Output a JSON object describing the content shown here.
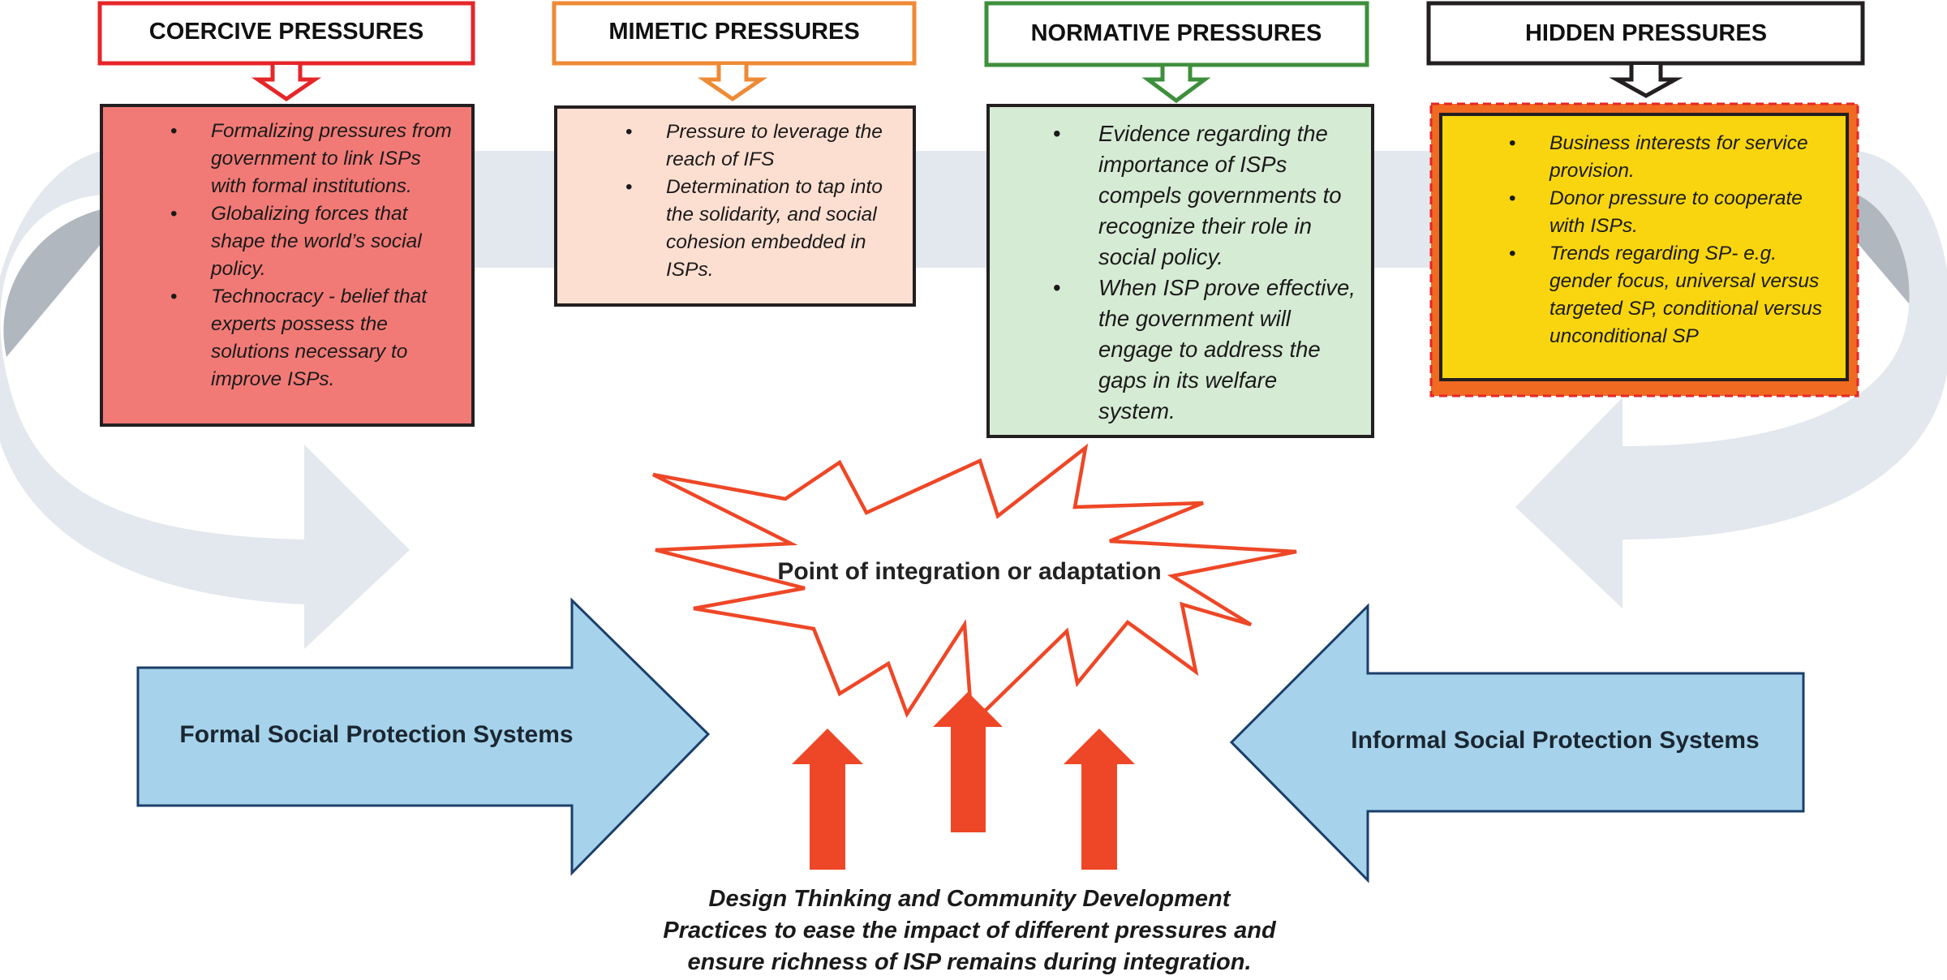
{
  "colors": {
    "coercive": "#e52628",
    "mimetic": "#ee8a35",
    "normative": "#3e8f3c",
    "hidden": "#231f20",
    "coercive_fill": "#f27a76",
    "mimetic_fill": "#fddfd1",
    "normative_fill": "#d6ebd4",
    "hidden_fill": "#f9d50f",
    "hidden_border": "#f16a21",
    "system_arrow_fill": "#a6d3eb",
    "system_arrow_stroke": "#1b3f6b",
    "red_arrow": "#ee4727",
    "cycle_arrow": "#e2e8ed",
    "cycle_arrow_dark": "#b1b7be"
  },
  "pressures": [
    {
      "title": "COERCIVE PRESSURES",
      "items": [
        "Formalizing pressures from government to link ISPs with formal institutions.",
        "Globalizing forces that shape the world’s social policy.",
        "Technocracy - belief that experts possess the solutions necessary to improve ISPs."
      ]
    },
    {
      "title": "MIMETIC PRESSURES",
      "items": [
        "Pressure to leverage the reach of IFS",
        "Determination to tap into the solidarity, and social cohesion embedded in ISPs."
      ]
    },
    {
      "title": "NORMATIVE PRESSURES",
      "items": [
        "Evidence regarding the importance of ISPs compels governments to recognize their role in social policy.",
        "When ISP prove effective, the government will engage to address the gaps in its welfare system."
      ]
    },
    {
      "title": "HIDDEN PRESSURES",
      "items": [
        "Business interests for service provision.",
        "Donor pressure to cooperate with ISPs.",
        "Trends regarding SP- e.g. gender focus, universal versus targeted SP, conditional versus unconditional SP"
      ]
    }
  ],
  "center": {
    "burst_label": "Point of integration or adaptation"
  },
  "systems": {
    "formal": "Formal Social Protection Systems",
    "informal": "Informal Social Protection Systems"
  },
  "footer": {
    "lines": [
      "Design Thinking and Community Development",
      "Practices to ease the impact of different pressures and",
      "ensure richness of ISP remains during integration."
    ]
  }
}
